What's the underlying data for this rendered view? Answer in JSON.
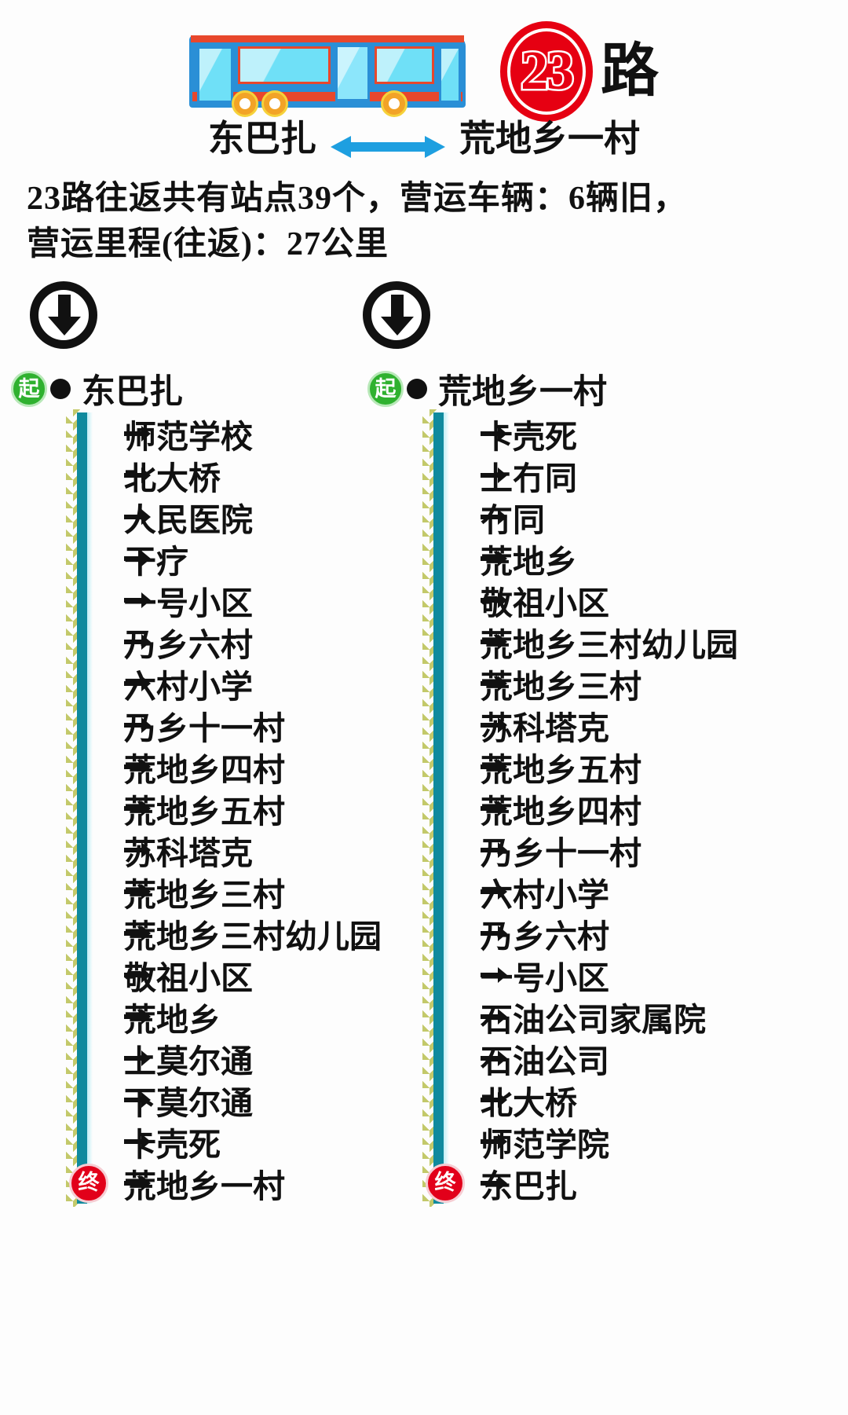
{
  "header": {
    "bus_icon": "bus-icon",
    "route_number": "23",
    "route_suffix": "路",
    "origin": "东巴扎",
    "arrow_icon": "double-arrow-icon",
    "destination": "荒地乡一村"
  },
  "description": {
    "line1": "23路往返共有站点39个，营运车辆：6辆旧，",
    "line2": "营运里程(往返)：27公里"
  },
  "badges": {
    "start_label": "起",
    "end_label": "终",
    "down_arrow_icon": "down-arrow-circle-icon",
    "right_arrow_icon": "right-arrow-icon",
    "start_dot_icon": "start-dot-icon"
  },
  "colors": {
    "rail_teal": "#0f8a9e",
    "rail_olive": "#c3c96a",
    "start_green": "#2fb12f",
    "end_red": "#e2001a",
    "route_red": "#e60012",
    "bus_blue": "#2a8fd6",
    "bus_red": "#e8472c",
    "bus_window": "#6fe0f7",
    "wheel_orange": "#f2a327"
  },
  "directions": [
    {
      "id": "outbound",
      "terminus": "东巴扎",
      "stops": [
        "师范学校",
        "北大桥",
        "人民医院",
        "干疗",
        "一号小区",
        "乃乡六村",
        "六村小学",
        "乃乡十一村",
        "荒地乡四村",
        "荒地乡五村",
        "苏科塔克",
        "荒地乡三村",
        "荒地乡三村幼儿园",
        "敬祖小区",
        "荒地乡",
        "上莫尔通",
        "下莫尔通",
        "卡壳死",
        "荒地乡一村"
      ]
    },
    {
      "id": "inbound",
      "terminus": "荒地乡一村",
      "stops": [
        "卡壳死",
        "上冇同",
        "冇同",
        "荒地乡",
        "敬祖小区",
        "荒地乡三村幼儿园",
        "荒地乡三村",
        "苏科塔克",
        "荒地乡五村",
        "荒地乡四村",
        "乃乡十一村",
        "六村小学",
        "乃乡六村",
        "一号小区",
        "石油公司家属院",
        "石油公司",
        "北大桥",
        "师范学院",
        "东巴扎"
      ]
    }
  ]
}
